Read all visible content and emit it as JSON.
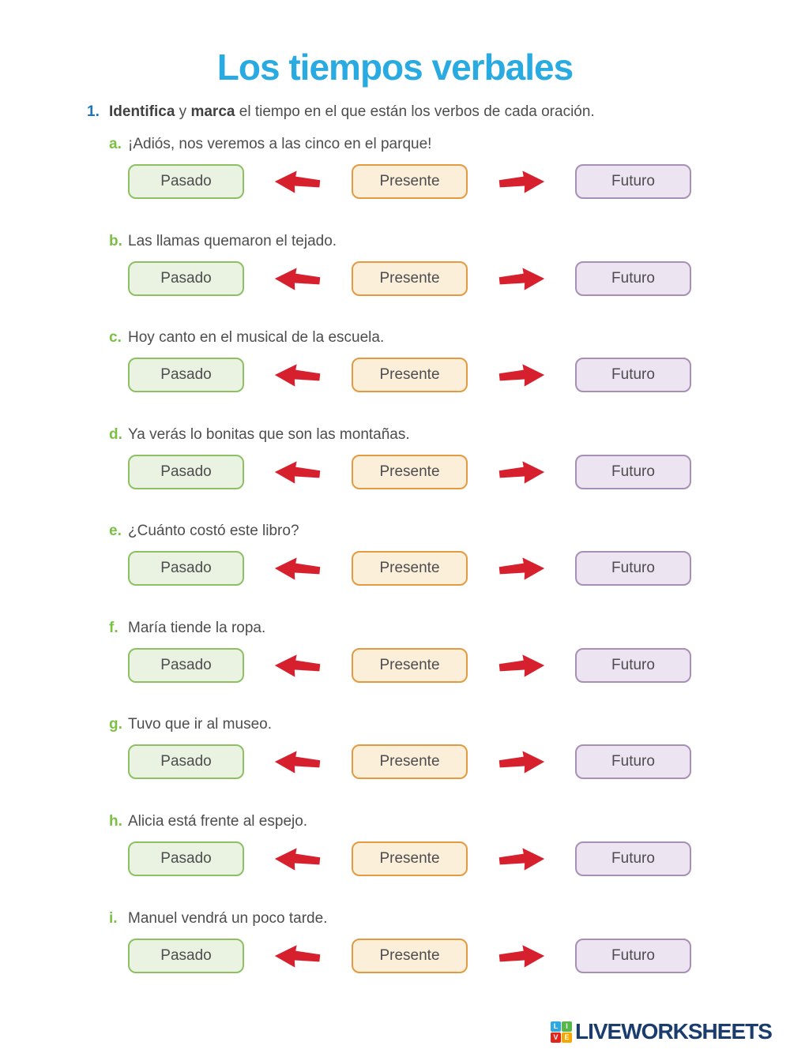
{
  "page": {
    "title": "Los tiempos verbales"
  },
  "instruction": {
    "number": "1.",
    "bold1": "Identifica",
    "mid1": " y ",
    "bold2": "marca",
    "rest": " el tiempo en el que están los verbos de cada oración."
  },
  "buttons": {
    "pasado": "Pasado",
    "presente": "Presente",
    "futuro": "Futuro"
  },
  "items": [
    {
      "letter": "a.",
      "sentence": "¡Adiós, nos veremos a las cinco en el parque!"
    },
    {
      "letter": "b.",
      "sentence": "Las llamas quemaron el tejado."
    },
    {
      "letter": "c.",
      "sentence": "Hoy canto en el musical de la escuela."
    },
    {
      "letter": "d.",
      "sentence": "Ya verás lo bonitas que son las montañas."
    },
    {
      "letter": "e.",
      "sentence": "¿Cuánto costó este libro?"
    },
    {
      "letter": "f.",
      "sentence": "María tiende la ropa."
    },
    {
      "letter": "g.",
      "sentence": "Tuvo que ir al museo."
    },
    {
      "letter": "h.",
      "sentence": "Alicia está frente al espejo."
    },
    {
      "letter": "i.",
      "sentence": "Manuel vendrá un poco tarde."
    }
  ],
  "footer": {
    "brand": "LIVEWORKSHEETS",
    "icon_letters": [
      "L",
      "I",
      "V",
      "E"
    ]
  },
  "colors": {
    "title_blue": "#29abe2",
    "number_blue": "#1c75bc",
    "letter_green": "#7ac143",
    "arrow_red": "#d7202e",
    "pasado_fill": "#eaf3e1",
    "pasado_border": "#8dc063",
    "presente_fill": "#fcefda",
    "presente_border": "#e49a40",
    "futuro_fill": "#ede4f1",
    "futuro_border": "#a78fb6",
    "brand_navy": "#1b3d6d"
  }
}
